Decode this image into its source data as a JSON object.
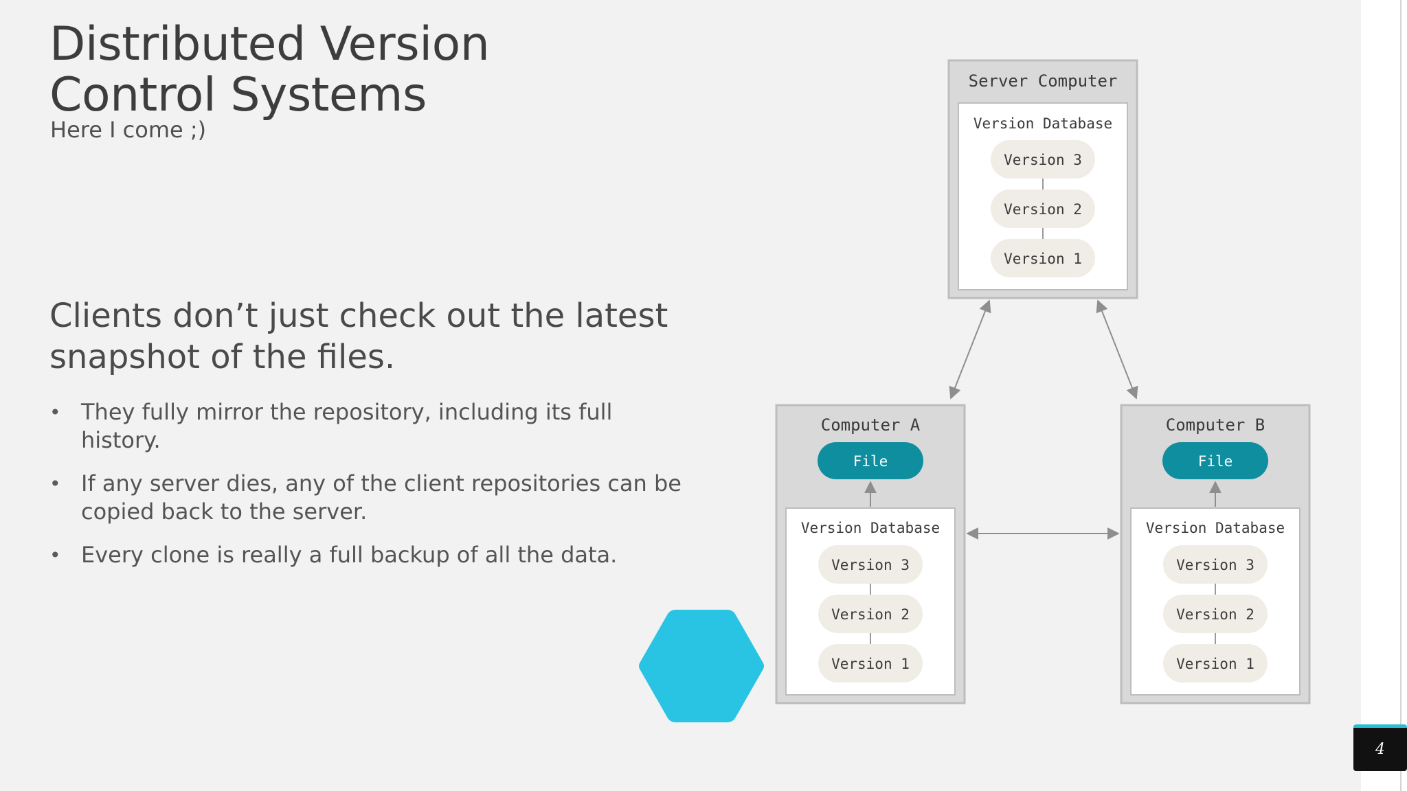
{
  "slide": {
    "title": "Distributed Version Control Systems",
    "subtitle": "Here I come ;)",
    "heading": "Clients don’t just check out the latest snapshot of the files.",
    "bullets": [
      "They fully mirror the repository, including its full history.",
      "If any server dies, any of the client repositories can be copied back to the server.",
      "Every clone is really a full backup of all the data."
    ],
    "page_number": "4"
  },
  "diagram": {
    "server": {
      "label": "Server Computer",
      "database_label": "Version Database",
      "versions": [
        "Version 3",
        "Version 2",
        "Version 1"
      ]
    },
    "computer_a": {
      "label": "Computer A",
      "file_label": "File",
      "database_label": "Version Database",
      "versions": [
        "Version 3",
        "Version 2",
        "Version 1"
      ]
    },
    "computer_b": {
      "label": "Computer B",
      "file_label": "File",
      "database_label": "Version Database",
      "versions": [
        "Version 3",
        "Version 2",
        "Version 1"
      ]
    }
  },
  "colors": {
    "background": "#f2f2f2",
    "accent_teal": "#0e8e9e",
    "hexagon_cyan": "#29c4e3",
    "box_gray": "#d9d9d9",
    "pill_beige": "#efede6"
  },
  "icons": {
    "hexagon": "hexagon-shape",
    "page_badge": "page-number-badge"
  }
}
